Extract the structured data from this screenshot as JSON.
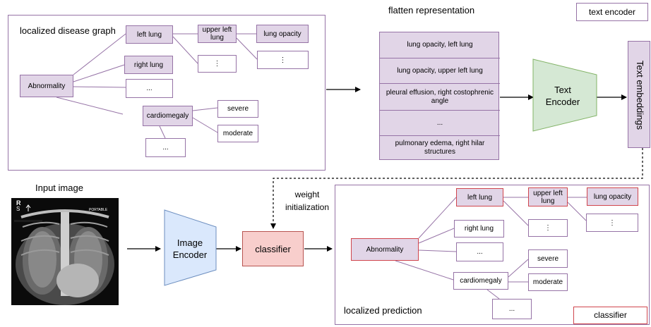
{
  "top_graph": {
    "title": "localized disease graph",
    "nodes": {
      "abnormality": "Abnormality",
      "left_lung": "left lung",
      "right_lung": "right lung",
      "dots_mid": "...",
      "cardiomegaly": "cardiomegaly",
      "cardio_dots": "...",
      "upper_left_lung": "upper left lung",
      "lung_dots": "⋮",
      "lung_opacity": "lung opacity",
      "opacity_dots": "⋮",
      "severe": "severe",
      "moderate": "moderate"
    }
  },
  "flatten": {
    "title": "flatten representation",
    "rows": [
      "lung opacity, left lung",
      "lung opacity, upper left lung",
      "pleural effusion, right costophrenic angle",
      "...",
      "pulmonary edema, right hilar structures"
    ]
  },
  "text_encoder": {
    "label": "Text Encoder"
  },
  "text_embeddings": {
    "label": "Text embeddings"
  },
  "legend": {
    "text_encoder": "text encoder",
    "classifier": "classifier"
  },
  "input_image": {
    "title": "Input  image",
    "marker_letters": "R",
    "marker_sub": "S",
    "portable": "PORTABLE"
  },
  "image_encoder": {
    "label": "Image Encoder"
  },
  "classifier": {
    "label": "classifier"
  },
  "weight_init": {
    "label": "weight initialization"
  },
  "bottom_graph": {
    "title": "localized prediction",
    "nodes": {
      "abnormality": "Abnormality",
      "left_lung": "left lung",
      "right_lung": "right lung",
      "dots_mid": "...",
      "cardiomegaly": "cardiomegaly",
      "cardio_dots": "...",
      "upper_left_lung": "upper left lung",
      "lung_dots": "⋮",
      "lung_opacity": "lung opacity",
      "opacity_dots": "⋮",
      "severe": "severe",
      "moderate": "moderate"
    }
  },
  "colors": {
    "graph_fill": "#e1d5e7",
    "graph_stroke": "#9673a6",
    "text_encoder_fill": "#d5e8d4",
    "text_encoder_stroke": "#82b366",
    "image_encoder_fill": "#dae8fc",
    "image_encoder_stroke": "#6c8ebf",
    "classifier_fill": "#f8cecc",
    "classifier_stroke": "#b85450",
    "predicted_stroke": "#d0454d"
  }
}
